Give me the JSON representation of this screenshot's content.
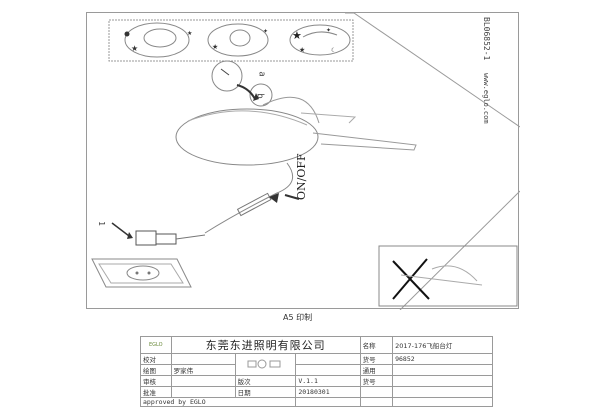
{
  "sheet": {
    "side_code": "BL06852-1",
    "website": "www.eglo.com",
    "step_a": "a",
    "step_b": "b",
    "step_1": "1",
    "switch_label": "ON/OFF",
    "print_note": "A5 印制"
  },
  "title_block": {
    "logo_text": "EGLO",
    "company": "东莞东进照明有限公司",
    "name_label": "名称",
    "name_value": "2017-176飞船台灯",
    "goods_no_label": "货号",
    "goods_no_value": "96852",
    "proofread_label": "校对",
    "drawn_label": "绘图",
    "drawn_value": "罗家伟",
    "general_label": "通用",
    "audit_label": "审核",
    "version_label": "版次",
    "version_value": "V.1.1",
    "goods_no_label_2": "货号",
    "approve_label": "批准",
    "date_label": "日期",
    "date_value": "20180301",
    "approved_by": "approved by EGLO"
  }
}
